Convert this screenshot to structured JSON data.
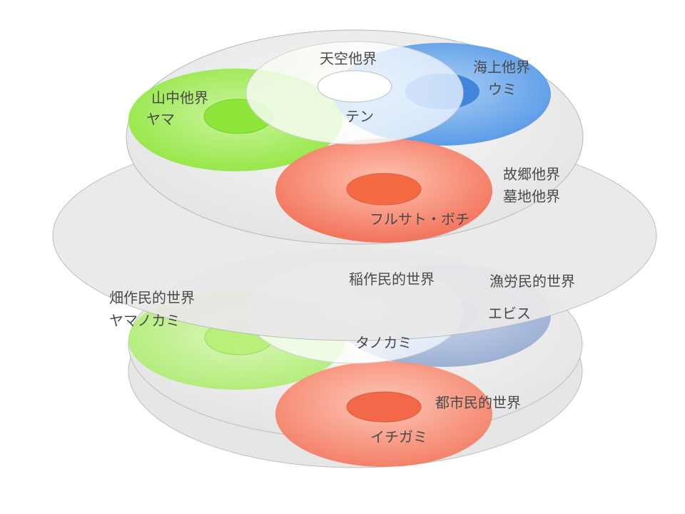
{
  "colors": {
    "tray": "#e9e9e9",
    "tray_stroke": "#b8b8b8",
    "green": "#8ee63a",
    "blue": "#4f95e6",
    "blue_muted": "#8ea6cf",
    "orange": "#f5735a",
    "white_ring": "#f3f3f3",
    "label": "#4a4a4a"
  },
  "upper": {
    "sky": {
      "title": "天空他界",
      "deity": "テン"
    },
    "mountain": {
      "title": "山中他界",
      "deity": "ヤマ"
    },
    "sea": {
      "title": "海上他界",
      "deity": "ウミ"
    },
    "home": {
      "title": "故郷他界",
      "subtitle": "墓地他界",
      "deity": "フルサト・ボチ"
    }
  },
  "lower": {
    "rice": {
      "title": "稲作民的世界",
      "deity": "タノカミ"
    },
    "field": {
      "title": "畑作民的世界",
      "deity": "ヤマノカミ"
    },
    "fishing": {
      "title": "漁労民的世界",
      "deity": "エビス"
    },
    "urban": {
      "title": "都市民的世界",
      "deity": "イチガミ"
    }
  }
}
